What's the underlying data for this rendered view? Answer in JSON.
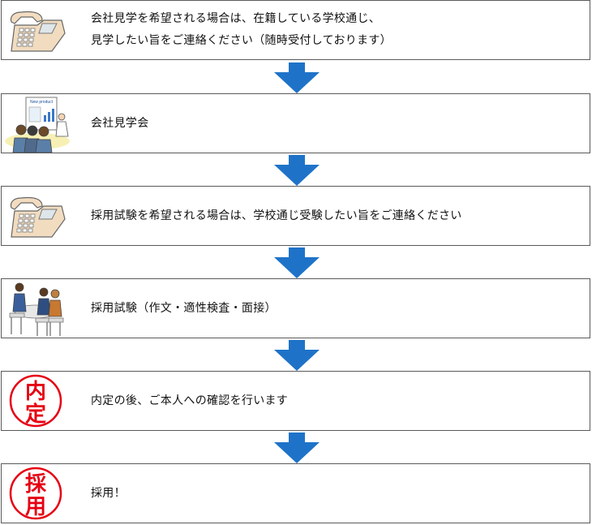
{
  "steps": [
    {
      "icon": "telephone-icon",
      "lines": [
        "会社見学を希望される場合は、在籍している学校通じ、",
        "見学したい旨をご連絡ください（随時受付しております）"
      ]
    },
    {
      "icon": "presentation-icon",
      "lines": [
        "会社見学会"
      ],
      "board_text": "New product"
    },
    {
      "icon": "telephone-icon",
      "lines": [
        "採用試験を希望される場合は、学校通じ受験したい旨をご連絡ください"
      ]
    },
    {
      "icon": "meeting-icon",
      "lines": [
        "採用試験（作文・適性検査・面接）"
      ]
    },
    {
      "icon": "stamp-icon",
      "lines": [
        "内定の後、ご本人への確認を行います"
      ],
      "stamp_chars": [
        "内",
        "定"
      ]
    },
    {
      "icon": "stamp-icon",
      "lines": [
        "採用！"
      ],
      "stamp_chars": [
        "採",
        "用"
      ]
    }
  ],
  "colors": {
    "arrow": "#1e73c8",
    "stamp": "#e60012",
    "border": "#5a5a5a",
    "phone_body": "#f2dcc0"
  }
}
